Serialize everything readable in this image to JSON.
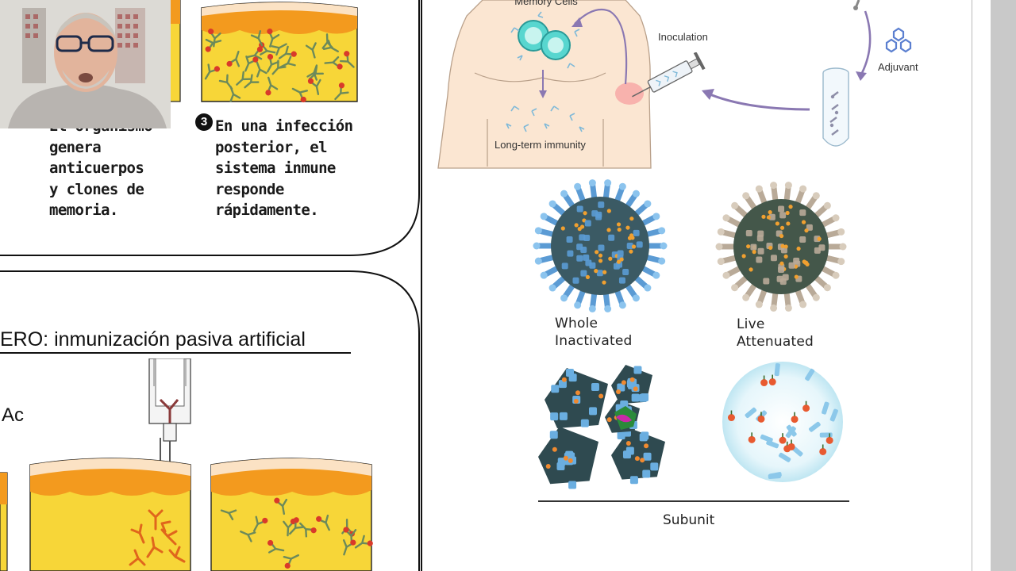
{
  "active_step": {
    "step_number": "3",
    "text": "En una infección\nposterior, el\nsistema inmune\nresponde\nrápidamente."
  },
  "previous_step_text": "El organismo\ngenera\nanticuerpos\ny clones de\nmemoria.",
  "section_heading": "ERO: inmunización pasiva artificial",
  "ac_label": "Ac",
  "body_figure": {
    "memory_cells": "Memory Cells",
    "long_term": "Long-term immunity",
    "inoculation": "Inoculation",
    "adjuvant": "Adjuvant"
  },
  "vaccine_types": {
    "whole_inactivated": "Whole\nInactivated",
    "live_attenuated": "Live\nAttenuated",
    "subunit": "Subunit"
  },
  "colors": {
    "tissue_yellow": "#f7d638",
    "tissue_orange": "#f39a1e",
    "skin_top": "#fbe2c4",
    "antibody_red": "#d93a2a",
    "virus_blue": "#4f8fc8",
    "virus_core": "#3b5a64",
    "arrow_purple": "#8a78b2",
    "skin_body": "#fbe6d2"
  }
}
